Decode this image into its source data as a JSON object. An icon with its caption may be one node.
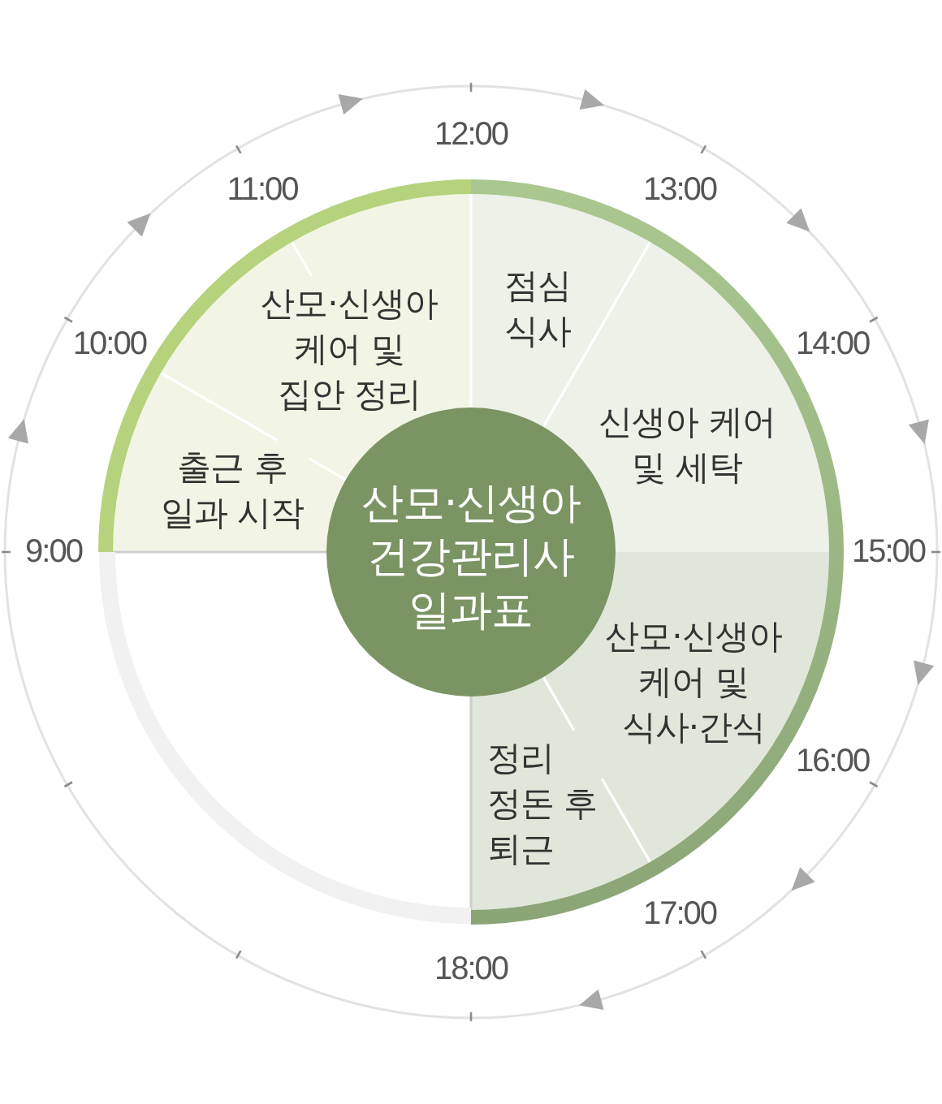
{
  "diagram": {
    "nodes": [
      {
        "text": [
          "산모·신생아 건강관리사 일과표"
        ]
      },
      {
        "text": [
          "출근 후 일과 시작"
        ]
      },
      {
        "text": [
          "산모·신생아 케어 및 집안 정리"
        ]
      },
      {
        "text": [
          "점심 식사"
        ]
      },
      {
        "text": [
          "신생아 케어 및 세탁"
        ]
      },
      {
        "text": [
          "산모·신생아 케어 및 식사·간식"
        ]
      },
      {
        "text": [
          "정리 정돈 후 퇴근"
        ]
      }
    ],
    "labels": [
      "9:00",
      "10:00",
      "11:00",
      "12:00",
      "13:00",
      "14:00",
      "15:00",
      "16:00",
      "17:00",
      "18:00"
    ]
  }
}
